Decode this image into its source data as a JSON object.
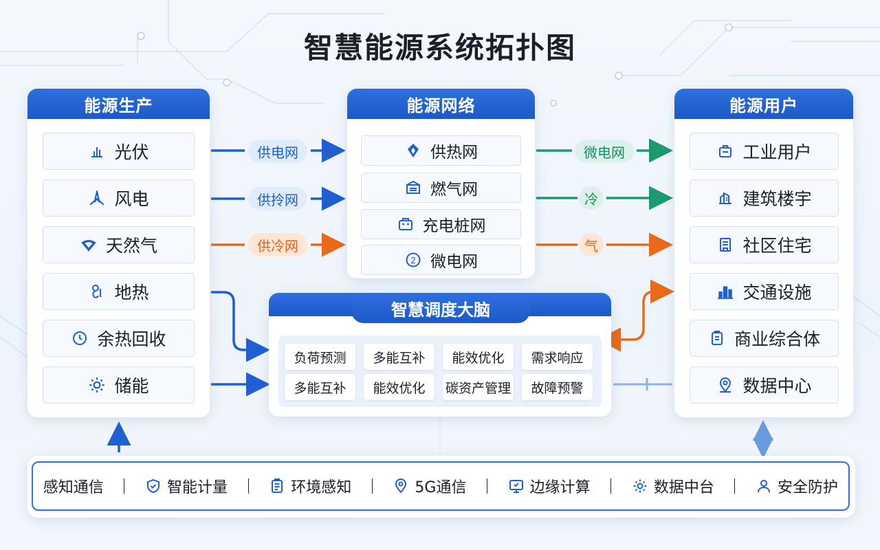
{
  "title": "智慧能源系统拓扑图",
  "production": {
    "header": "能源生产",
    "items": [
      {
        "label": "光伏",
        "icon": "solar-icon"
      },
      {
        "label": "风电",
        "icon": "wind-turbine-icon"
      },
      {
        "label": "天然气",
        "icon": "gas-flame-icon"
      },
      {
        "label": "地热",
        "icon": "geothermal-icon"
      },
      {
        "label": "余热回收",
        "icon": "clock-recycle-icon"
      },
      {
        "label": "储能",
        "icon": "gear-storage-icon"
      }
    ]
  },
  "links_in": [
    {
      "label": "供电网",
      "color": "#1f5fcf"
    },
    {
      "label": "供拎网",
      "color": "#1f5fcf"
    },
    {
      "label": "供冷网",
      "color": "#e86a1a"
    }
  ],
  "network": {
    "header": "能源网络",
    "items": [
      {
        "label": "供热网",
        "icon": "heat-network-icon"
      },
      {
        "label": "燃气网",
        "icon": "gas-network-icon"
      },
      {
        "label": "充电桩网",
        "icon": "charging-pile-icon"
      },
      {
        "label": "微电网",
        "icon": "number-two-icon"
      }
    ]
  },
  "links_out": [
    {
      "label": "微电网",
      "color": "#1b9a72"
    },
    {
      "label": "冷",
      "color": "#1b9a72"
    },
    {
      "label": "气",
      "color": "#e86a1a"
    }
  ],
  "users": {
    "header": "能源用户",
    "items": [
      {
        "label": "工业用户",
        "icon": "factory-icon"
      },
      {
        "label": "建筑楼宇",
        "icon": "building-icon"
      },
      {
        "label": "社区住宅",
        "icon": "residence-icon"
      },
      {
        "label": "交通设施",
        "icon": "traffic-icon"
      },
      {
        "label": "商业综合体",
        "icon": "clipboard-icon"
      },
      {
        "label": "数据中心",
        "icon": "location-pin-icon"
      }
    ]
  },
  "brain": {
    "header": "智慧调度大脑",
    "cells": [
      "负荷预测",
      "多能互补",
      "能效优化",
      "需求响应",
      "多能互补",
      "能效优化",
      "碳资产管理",
      "故障预警"
    ]
  },
  "infrastructure": [
    {
      "label": "感知通信",
      "icon": ""
    },
    {
      "label": "智能计量",
      "icon": "shield-icon"
    },
    {
      "label": "环境感知",
      "icon": "clipboard-list-icon"
    },
    {
      "label": "5G通信",
      "icon": "location-pin-icon"
    },
    {
      "label": "边缘计算",
      "icon": "monitor-icon"
    },
    {
      "label": "数据中台",
      "icon": "gear-icon"
    },
    {
      "label": "安全防护",
      "icon": "user-icon"
    }
  ],
  "colors": {
    "primary": "#1f5fcf",
    "orange": "#e86a1a",
    "green": "#1b9a72"
  }
}
